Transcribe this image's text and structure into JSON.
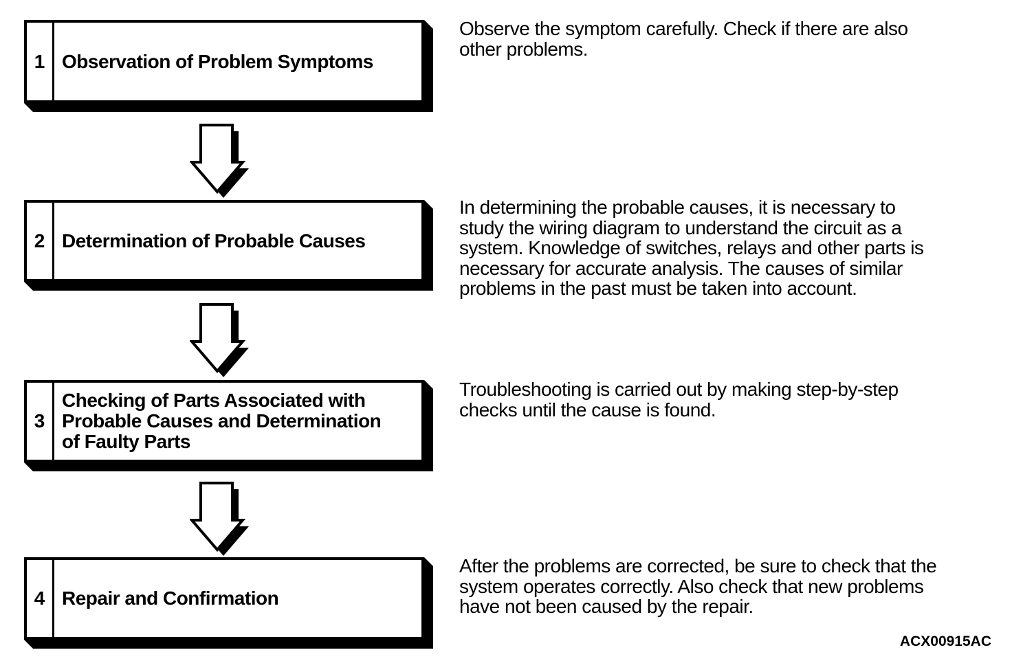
{
  "steps": [
    {
      "number": "1",
      "title": "Observation of Problem Symptoms",
      "description": "Observe the symptom carefully. Check if there are also\nother problems."
    },
    {
      "number": "2",
      "title": "Determination of Probable Causes",
      "description": "In determining the probable causes, it is necessary to\nstudy the wiring diagram to understand the circuit as a\nsystem. Knowledge of switches, relays and other parts is\nnecessary for accurate analysis. The causes of similar\nproblems in the past must be taken into account."
    },
    {
      "number": "3",
      "title": "Checking of Parts Associated with\nProbable Causes and Determination\nof Faulty Parts",
      "description": "Troubleshooting is carried out by making step-by-step\nchecks until the cause is found."
    },
    {
      "number": "4",
      "title": "Repair and Confirmation",
      "description": "After the problems are corrected, be sure to check that the\nsystem operates correctly. Also check that new problems\nhave not been caused by the repair."
    }
  ],
  "figure_code": "ACX00915AC",
  "colors": {
    "ink": "#000000",
    "paper": "#ffffff",
    "box_fill": "#ffffff"
  }
}
